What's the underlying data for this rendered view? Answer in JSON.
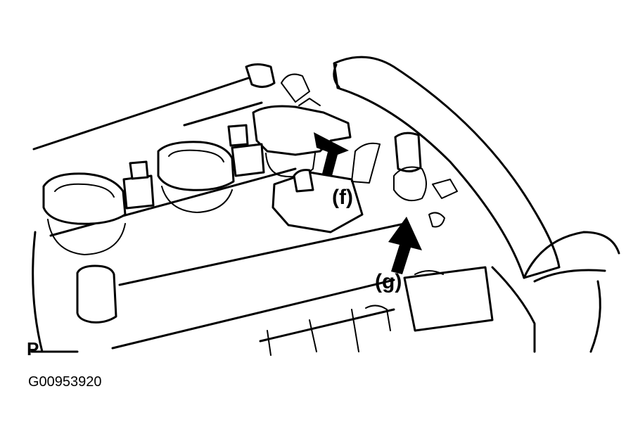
{
  "labels": {
    "callout_f": "(f)",
    "callout_g": "(g)",
    "view_marker": "P"
  },
  "figure_id": "G00953920"
}
